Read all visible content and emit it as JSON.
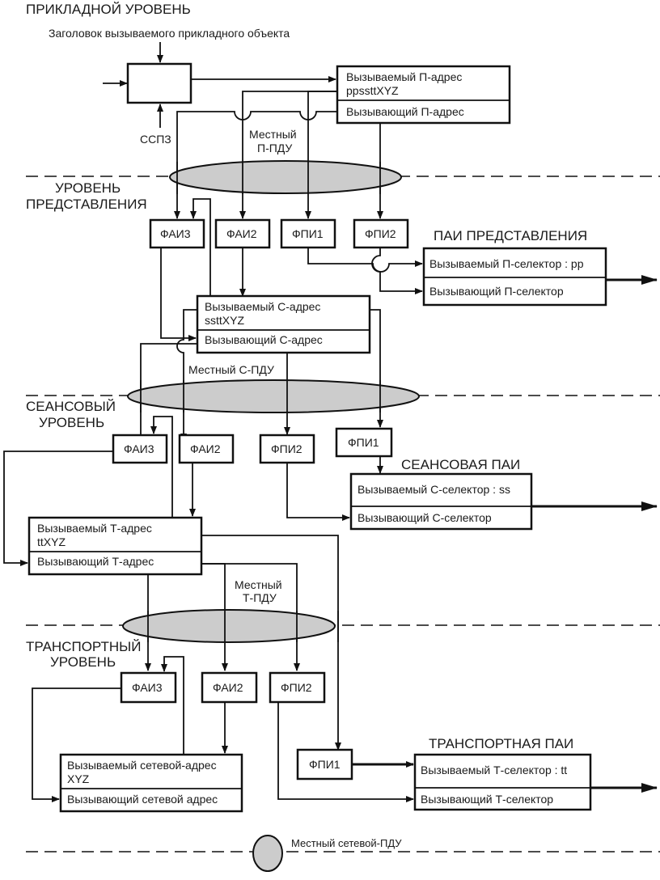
{
  "levels": {
    "application": "ПРИКЛАДНОЙ УРОВЕНЬ",
    "presentation": [
      "УРОВЕНЬ",
      "ПРЕДСТАВЛЕНИЯ"
    ],
    "session": [
      "СЕАНСОВЫЙ",
      "УРОВЕНЬ"
    ],
    "transport": [
      "ТРАНСПОРТНЫЙ",
      "УРОВЕНЬ"
    ]
  },
  "application": {
    "header_label": "Заголовок вызываемого прикладного объекта",
    "sspz_label": "ССПЗ",
    "address_block": {
      "called": "Вызываемый П-адрес",
      "called_value": "ppssttXYZ",
      "calling": "Вызывающий П-адрес"
    },
    "pdu_label": [
      "Местный",
      "П-ПДУ"
    ]
  },
  "presentation": {
    "functions": [
      "ФАИ3",
      "ФАИ2",
      "ФПИ1",
      "ФПИ2"
    ],
    "pai_title": "ПАИ ПРЕДСТАВЛЕНИЯ",
    "pai": {
      "called": "Вызываемый П-селектор : pp",
      "calling": "Вызывающий П-селектор"
    },
    "address_block": {
      "called": "Вызываемый С-адрес",
      "called_value": "ssttXYZ",
      "calling": "Вызывающий С-адрес"
    },
    "pdu_label": "Местный С-ПДУ"
  },
  "session": {
    "functions": [
      "ФАИ3",
      "ФАИ2",
      "ФПИ2",
      "ФПИ1"
    ],
    "pai_title": "СЕАНСОВАЯ ПАИ",
    "pai": {
      "called": "Вызываемый С-селектор : ss",
      "calling": "Вызывающий С-селектор"
    },
    "address_block": {
      "called": "Вызываемый Т-адрес",
      "called_value": "ttXYZ",
      "calling": "Вызывающий Т-адрес"
    },
    "pdu_label": [
      "Местный",
      "Т-ПДУ"
    ]
  },
  "transport": {
    "functions": [
      "ФАИ3",
      "ФАИ2",
      "ФПИ2",
      "ФПИ1"
    ],
    "pai_title": "ТРАНСПОРТНАЯ ПАИ",
    "pai": {
      "called": "Вызываемый Т-селектор : tt",
      "calling": "Вызывающий Т-селектор"
    },
    "address_block": {
      "called": "Вызываемый сетевой-адрес",
      "called_value": "XYZ",
      "calling": "Вызывающий сетевой адрес"
    }
  },
  "network": {
    "pdu_label": "Местный сетевой-ПДУ"
  }
}
